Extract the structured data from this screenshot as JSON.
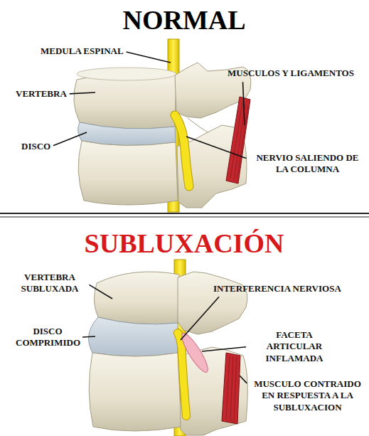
{
  "diagram": {
    "labels": [
      "NORMAL",
      "MEDULA ESPINAL",
      "VERTEBRA",
      "DISCO",
      "MUSCULOS Y LIGAMENTOS",
      "NERVIO SALIENDO DE LA COLUMNA",
      "SUBLUXACIÓN",
      "VERTEBRA SUBLUXADA",
      "DISCO COMPRIMIDO",
      "INTERFERENCIA NERVIOSA",
      "FACETA ARTICULAR INFLAMADA",
      "MUSCULO CONTRAIDO EN RESPUESTA A LA SUBLUXACION"
    ]
  }
}
